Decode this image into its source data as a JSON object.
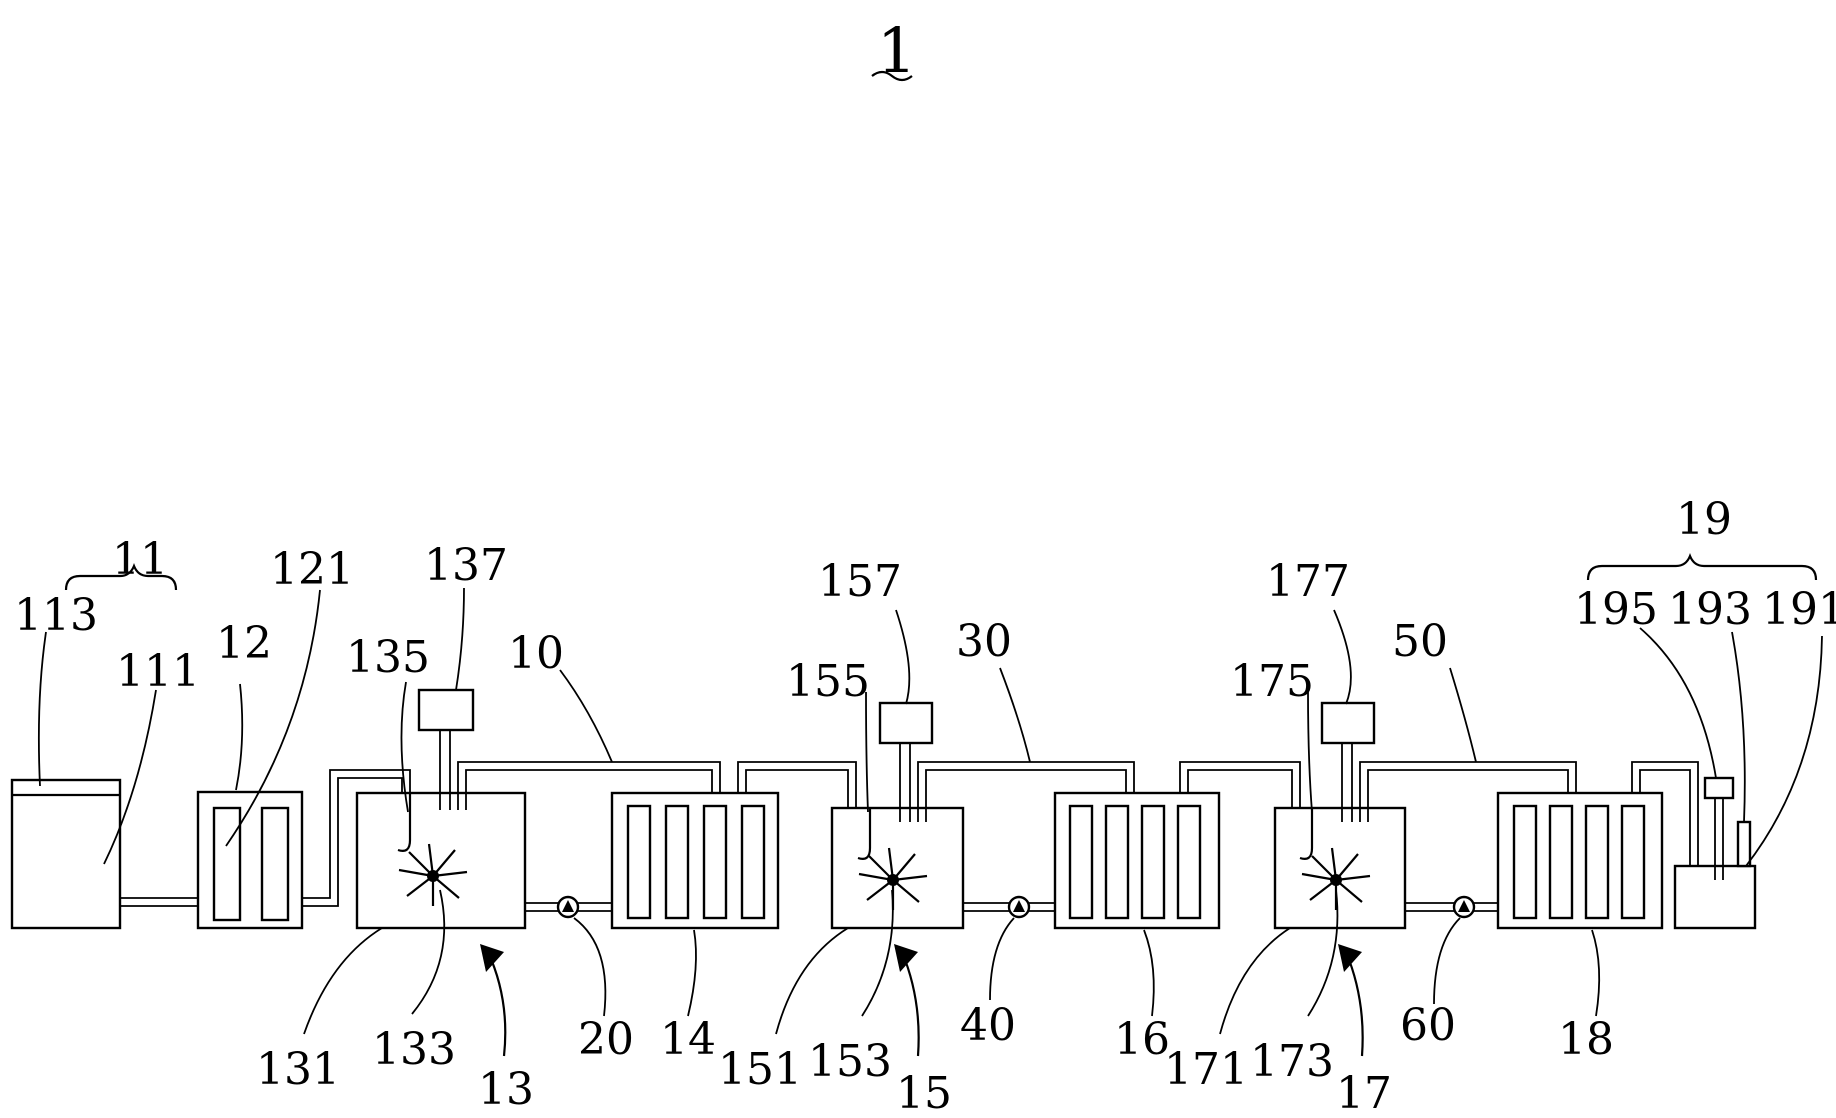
{
  "figure": {
    "title": "1",
    "background": "#ffffff",
    "line_color": "#000000"
  },
  "labels": {
    "l11": "11",
    "l113": "113",
    "l111": "111",
    "l12": "12",
    "l121": "121",
    "l135": "135",
    "l137": "137",
    "l10": "10",
    "l131": "131",
    "l133": "133",
    "l13": "13",
    "l20": "20",
    "l14": "14",
    "l155": "155",
    "l157": "157",
    "l30": "30",
    "l151": "151",
    "l153": "153",
    "l15": "15",
    "l40": "40",
    "l16": "16",
    "l175": "175",
    "l177": "177",
    "l50": "50",
    "l171": "171",
    "l173": "173",
    "l17": "17",
    "l60": "60",
    "l18": "18",
    "l19": "19",
    "l195": "195",
    "l193": "193",
    "l191": "191"
  }
}
